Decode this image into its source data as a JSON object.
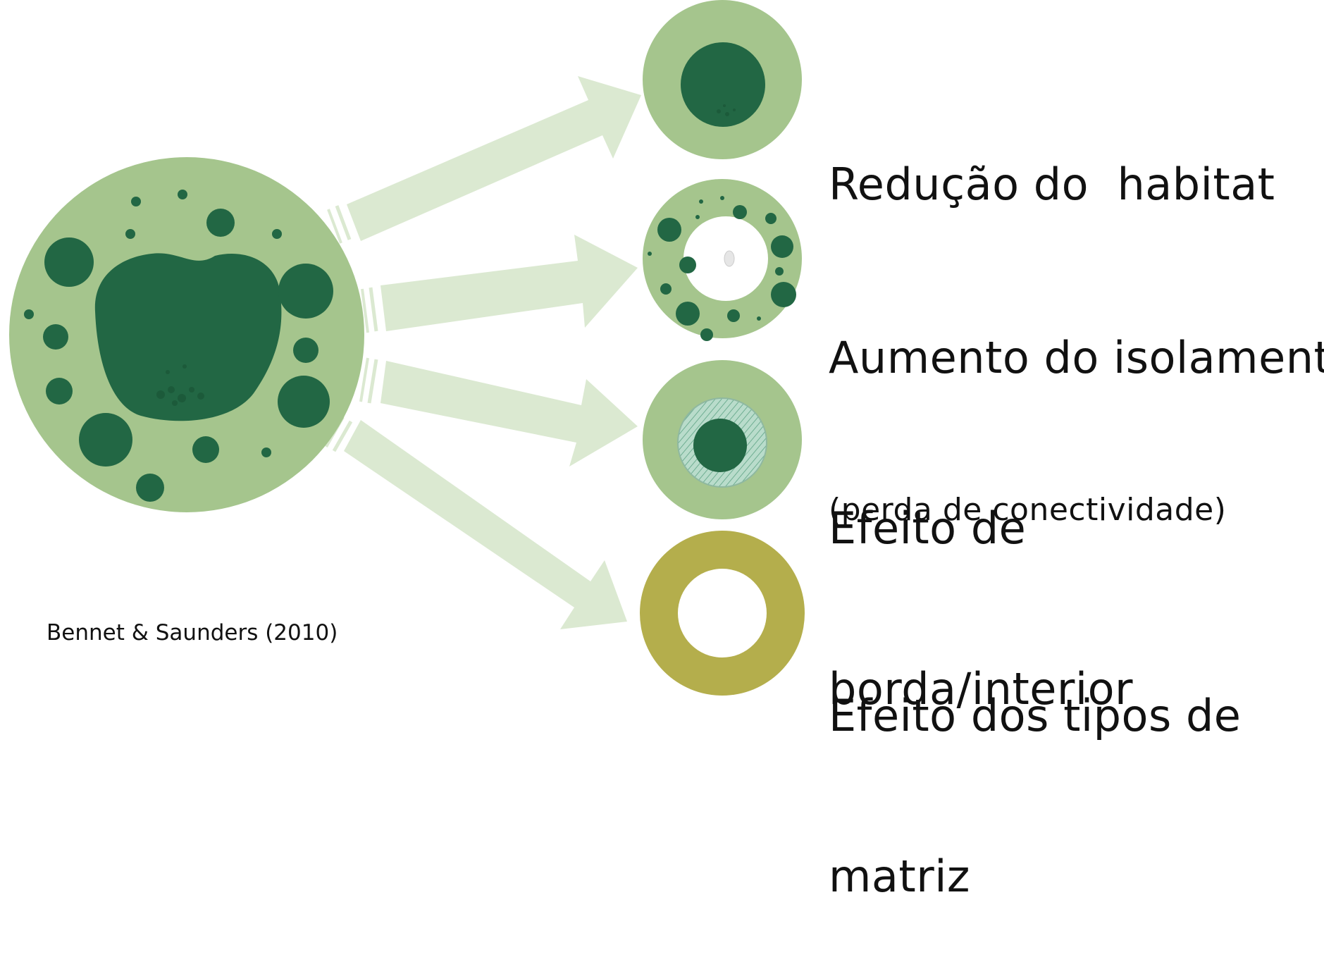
{
  "colors": {
    "habitat_light": "#a5c58d",
    "habitat_dark": "#226744",
    "arrow": "#dbe9d1",
    "matrix": "#b4ae4c",
    "edge_hatch": "#8fc3ab",
    "text": "#111111",
    "background": "#ffffff"
  },
  "effects": [
    {
      "lines": [
        "Redução do  habitat"
      ],
      "icon": "reduced-habitat-icon"
    },
    {
      "lines": [
        "Aumento do isolamento"
      ],
      "sub": "(perda de conectividade)",
      "icon": "isolation-ring-icon"
    },
    {
      "lines": [
        "Efeito de",
        "borda/interior"
      ],
      "icon": "edge-effect-icon"
    },
    {
      "lines": [
        "Efeito dos tipos de",
        "matriz"
      ],
      "icon": "matrix-ring-icon"
    }
  ],
  "source_icon": "fragmented-landscape-icon",
  "citation": "Bennet & Saunders (2010)"
}
